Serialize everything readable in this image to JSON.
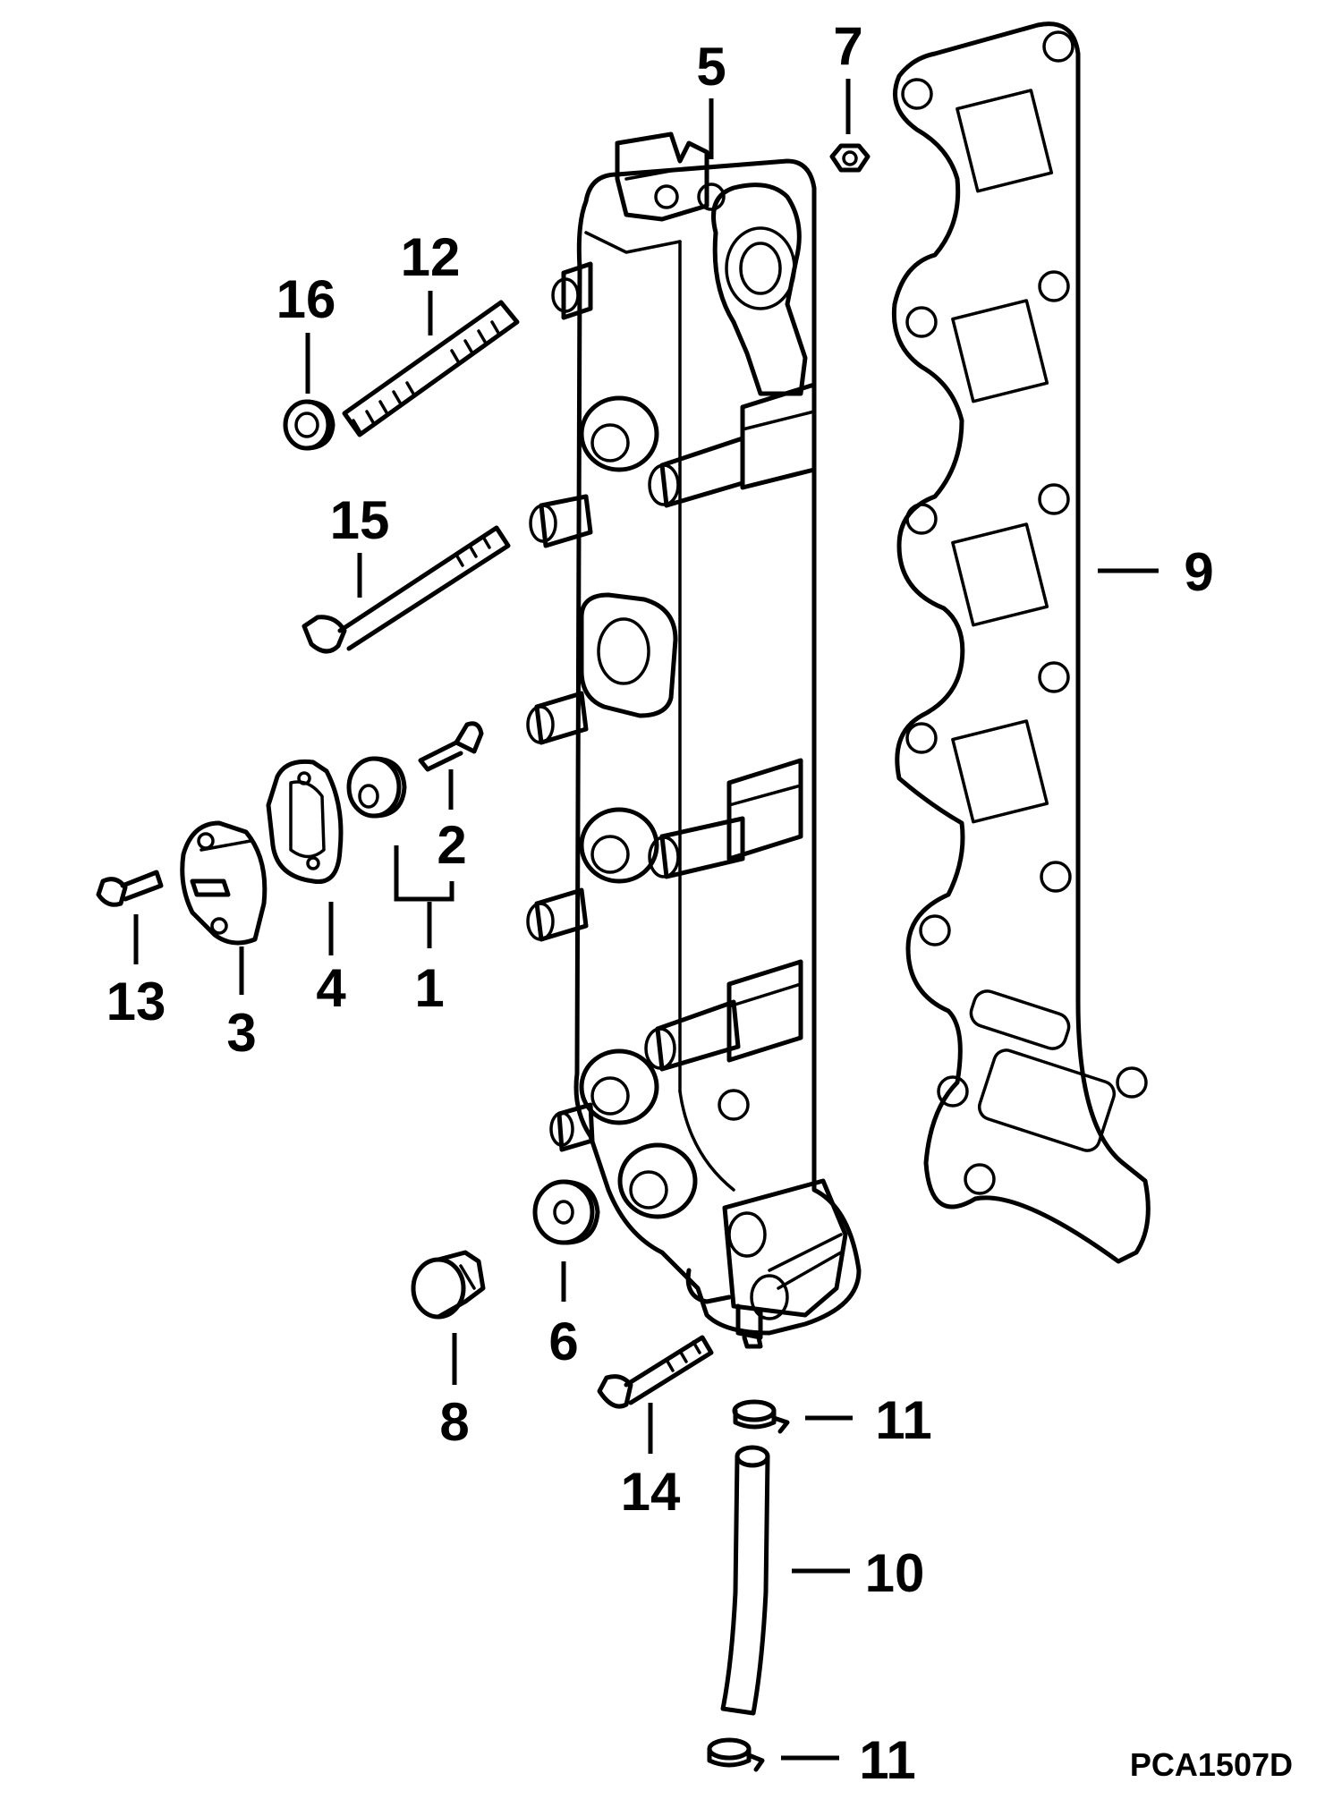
{
  "diagram": {
    "drawing_code": "PCA1507D",
    "callouts": {
      "c1": "1",
      "c2": "2",
      "c3": "3",
      "c4": "4",
      "c5": "5",
      "c6": "6",
      "c7": "7",
      "c8": "8",
      "c9": "9",
      "c10": "10",
      "c11a": "11",
      "c11b": "11",
      "c12": "12",
      "c13": "13",
      "c14": "14",
      "c15": "15",
      "c16": "16"
    }
  }
}
